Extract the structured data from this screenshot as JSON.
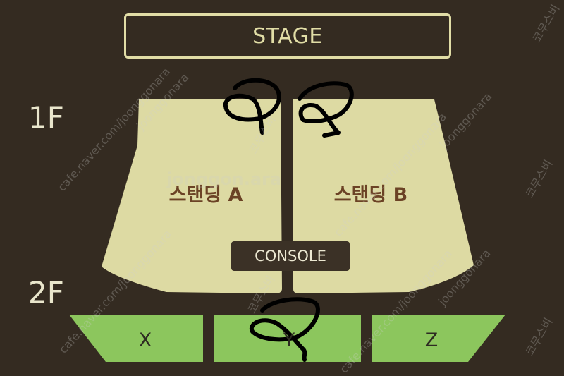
{
  "map": {
    "stage_label": "STAGE",
    "floors": [
      "1F",
      "2F"
    ],
    "zones": {
      "standing_a": "스탠딩 A",
      "standing_b": "스탠딩 B"
    },
    "console_label": "CONSOLE",
    "seat_sections": [
      "X",
      "Y",
      "Z"
    ]
  },
  "watermarks": {
    "site": "cafe.naver.com/joonggonara",
    "brand": "joonggonara",
    "korean": "코무스비",
    "center": "jonggon.ara"
  },
  "colors": {
    "background": "#342b21",
    "standing_area": "#dddaa3",
    "seat_area": "#8cc65d",
    "stage_border": "#e1dda6",
    "zone_text": "#6b4225",
    "markings": "#000000"
  }
}
